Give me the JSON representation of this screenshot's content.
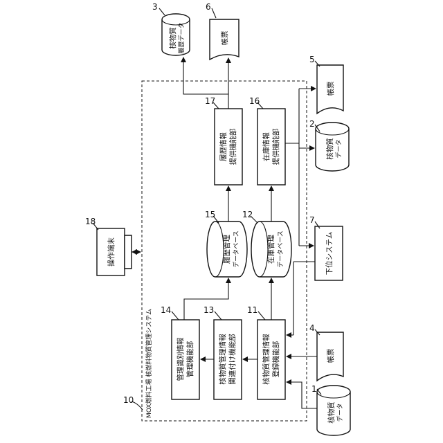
{
  "system": {
    "ref": "10",
    "title": "MOX燃料工場 核燃料物質管理システム"
  },
  "components": {
    "registration": {
      "ref": "11",
      "line1": "核物質管理情報",
      "line2": "登録機能部"
    },
    "inventory_db": {
      "ref": "12",
      "line1": "在庫管理",
      "line2": "データベース"
    },
    "association": {
      "ref": "13",
      "line1": "核物質管理情報",
      "line2": "関連付け機能部"
    },
    "id_info": {
      "ref": "14",
      "line1": "管理識別情報",
      "line2": "管理機能部"
    },
    "history_db": {
      "ref": "15",
      "line1": "履歴管理",
      "line2": "データベース"
    },
    "inventory_provider": {
      "ref": "16",
      "line1": "在庫情報",
      "line2": "提供機能部"
    },
    "history_provider": {
      "ref": "17",
      "line1": "履歴情報",
      "line2": "提供機能部"
    }
  },
  "external": {
    "nm_data_in": {
      "ref": "1",
      "line1": "核物質",
      "line2": "データ"
    },
    "nm_data_out": {
      "ref": "2",
      "line1": "核物質",
      "line2": "データ"
    },
    "nm_history_data": {
      "ref": "3",
      "line1": "核物質",
      "line2": "履歴データ"
    },
    "form_in": {
      "ref": "4",
      "label": "帳票"
    },
    "form_out_5": {
      "ref": "5",
      "label": "帳票"
    },
    "form_out_6": {
      "ref": "6",
      "label": "帳票"
    },
    "lower_system": {
      "ref": "7",
      "label": "下位システム"
    },
    "terminal": {
      "ref": "18",
      "label": "操作端末"
    }
  }
}
